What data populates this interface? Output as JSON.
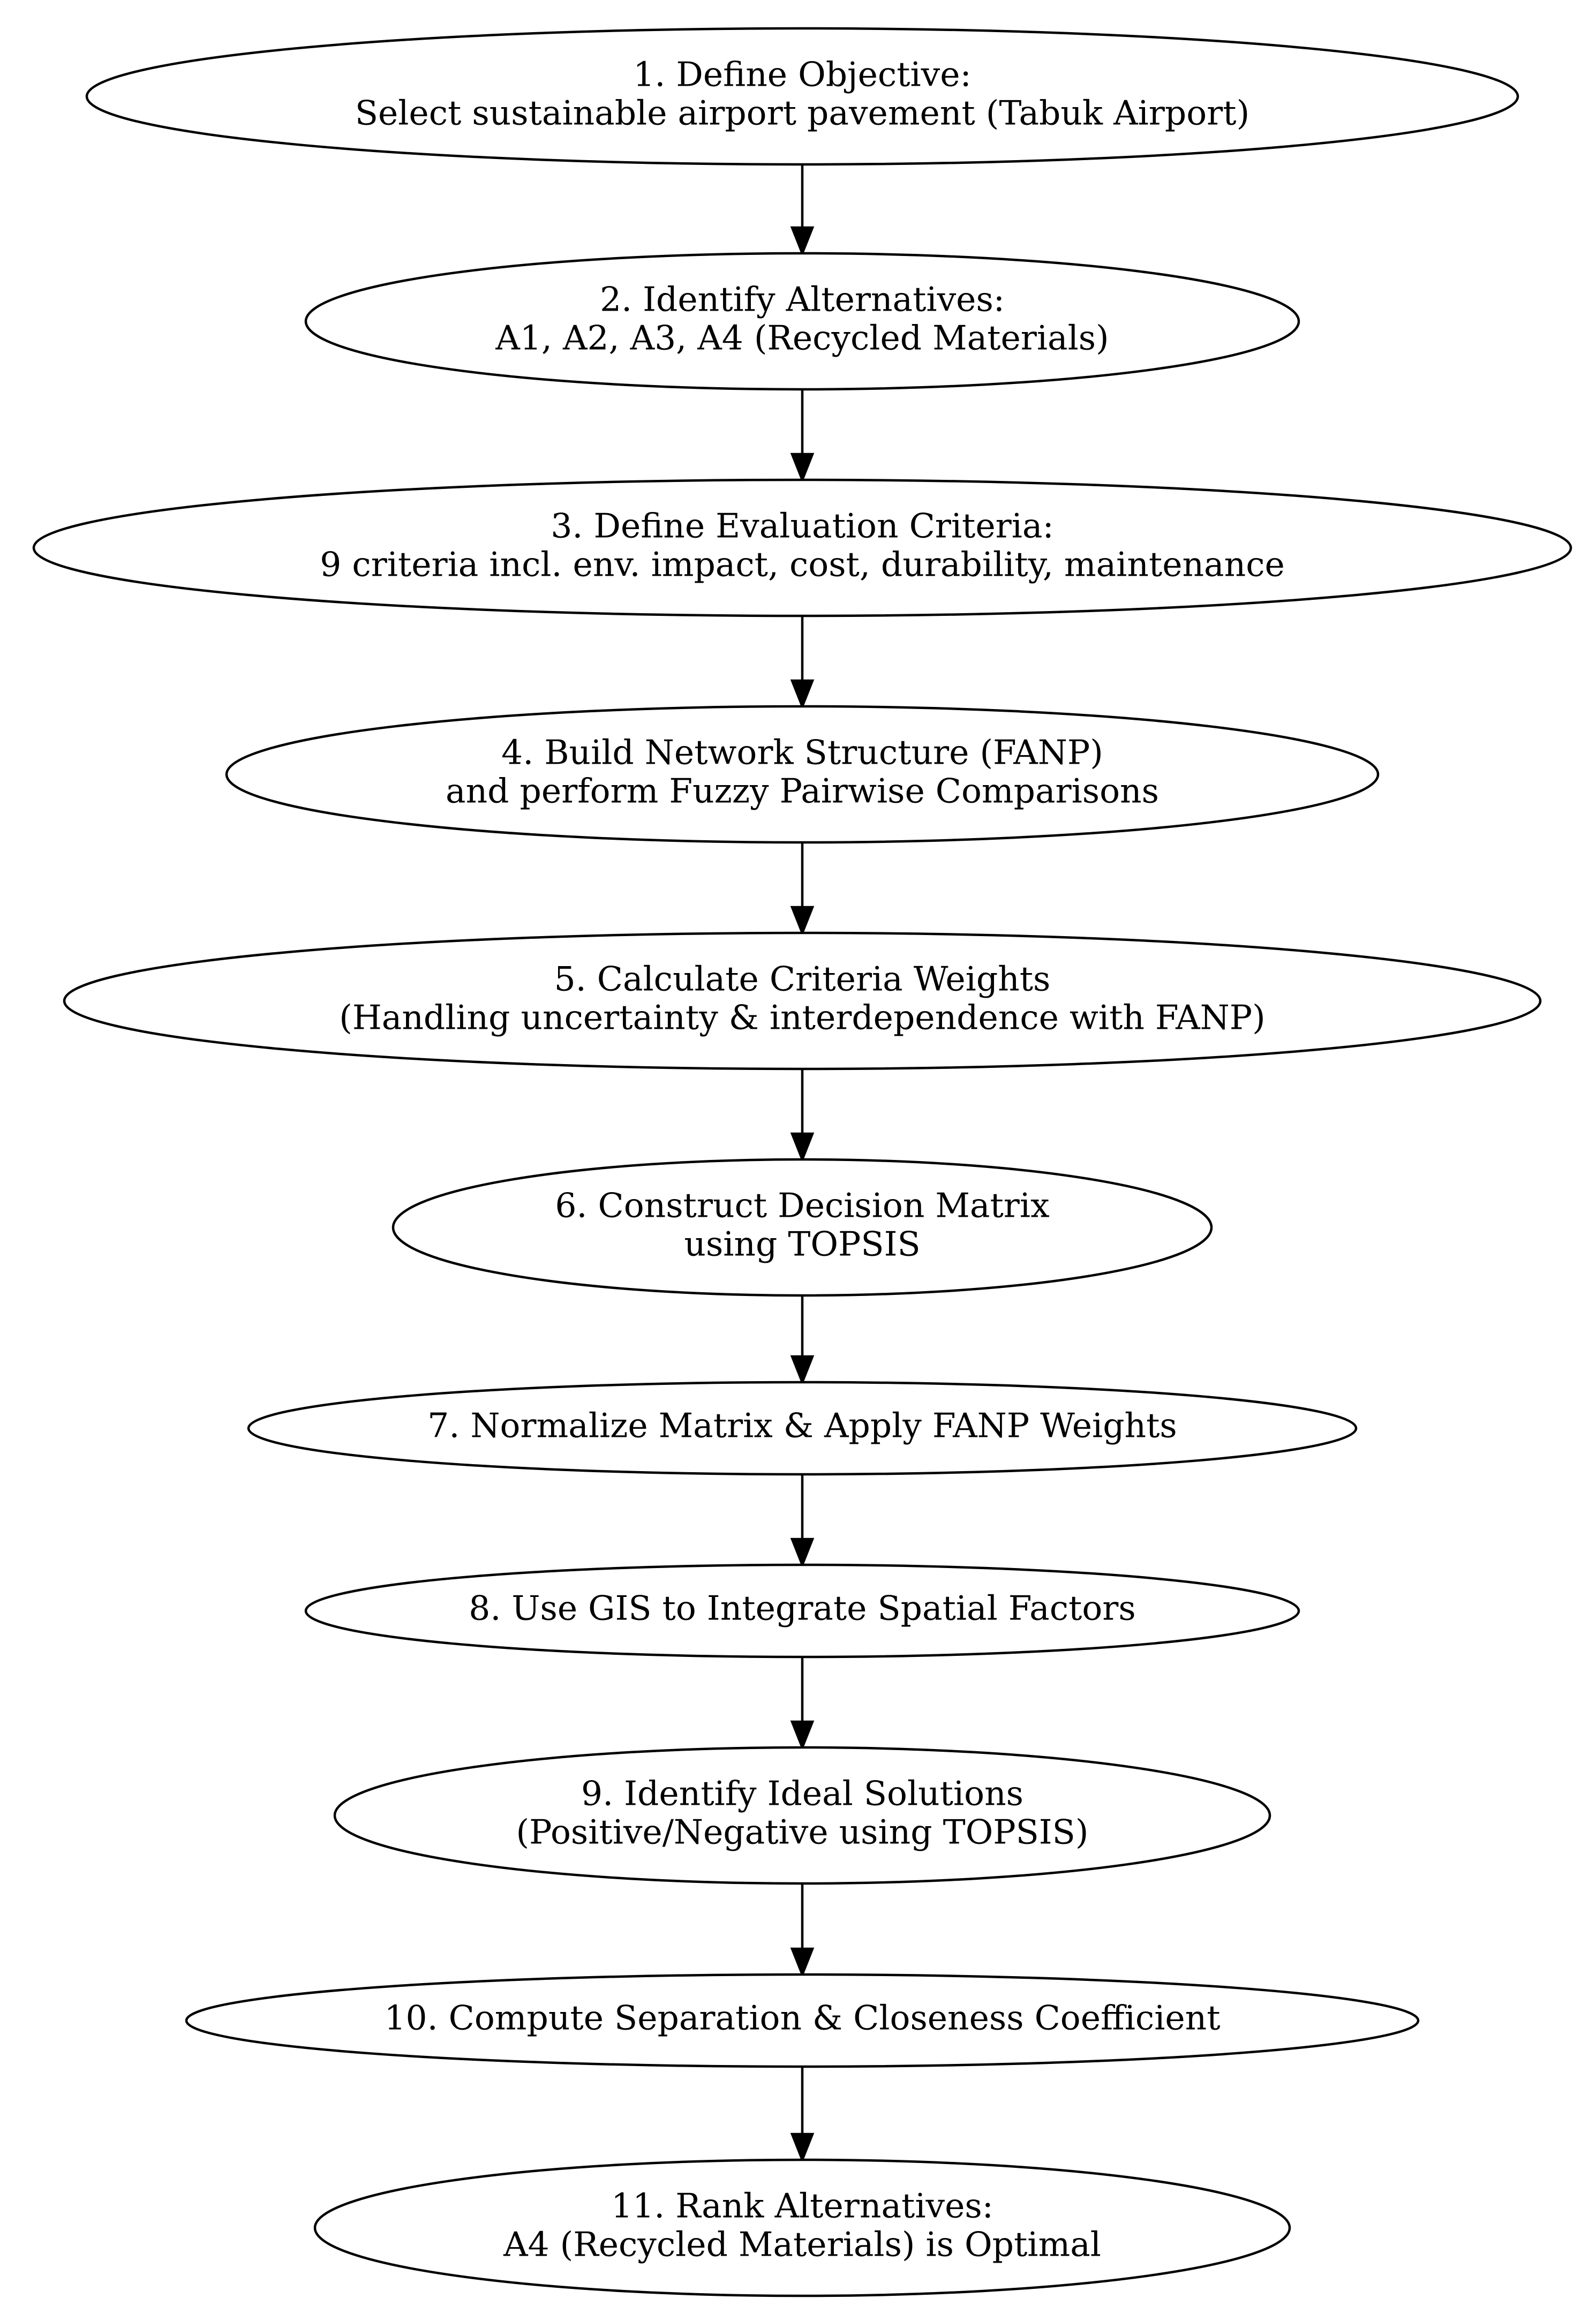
{
  "diagram": {
    "type": "flowchart",
    "direction": "top-to-bottom",
    "node_shape": "ellipse",
    "colors": {
      "stroke": "#000000",
      "fill": "#ffffff",
      "text": "#000000"
    },
    "nodes": [
      {
        "id": "n1",
        "lines": [
          "1. Define Objective:",
          "Select sustainable airport pavement (Tabuk Airport)"
        ]
      },
      {
        "id": "n2",
        "lines": [
          "2. Identify Alternatives:",
          "A1, A2, A3, A4 (Recycled Materials)"
        ]
      },
      {
        "id": "n3",
        "lines": [
          "3. Define Evaluation Criteria:",
          "9 criteria incl. env. impact, cost, durability, maintenance"
        ]
      },
      {
        "id": "n4",
        "lines": [
          "4. Build Network Structure (FANP)",
          "and perform Fuzzy Pairwise Comparisons"
        ]
      },
      {
        "id": "n5",
        "lines": [
          "5. Calculate Criteria Weights",
          "(Handling uncertainty & interdependence with FANP)"
        ]
      },
      {
        "id": "n6",
        "lines": [
          "6. Construct Decision Matrix",
          "using TOPSIS"
        ]
      },
      {
        "id": "n7",
        "lines": [
          "7. Normalize Matrix & Apply FANP Weights"
        ]
      },
      {
        "id": "n8",
        "lines": [
          "8. Use GIS to Integrate Spatial Factors"
        ]
      },
      {
        "id": "n9",
        "lines": [
          "9. Identify Ideal Solutions",
          "(Positive/Negative using TOPSIS)"
        ]
      },
      {
        "id": "n10",
        "lines": [
          "10. Compute Separation & Closeness Coefficient"
        ]
      },
      {
        "id": "n11",
        "lines": [
          "11. Rank Alternatives:",
          "A4 (Recycled Materials) is Optimal"
        ]
      }
    ],
    "edges": [
      {
        "from": "n1",
        "to": "n2"
      },
      {
        "from": "n2",
        "to": "n3"
      },
      {
        "from": "n3",
        "to": "n4"
      },
      {
        "from": "n4",
        "to": "n5"
      },
      {
        "from": "n5",
        "to": "n6"
      },
      {
        "from": "n6",
        "to": "n7"
      },
      {
        "from": "n7",
        "to": "n8"
      },
      {
        "from": "n8",
        "to": "n9"
      },
      {
        "from": "n9",
        "to": "n10"
      },
      {
        "from": "n10",
        "to": "n11"
      }
    ]
  }
}
